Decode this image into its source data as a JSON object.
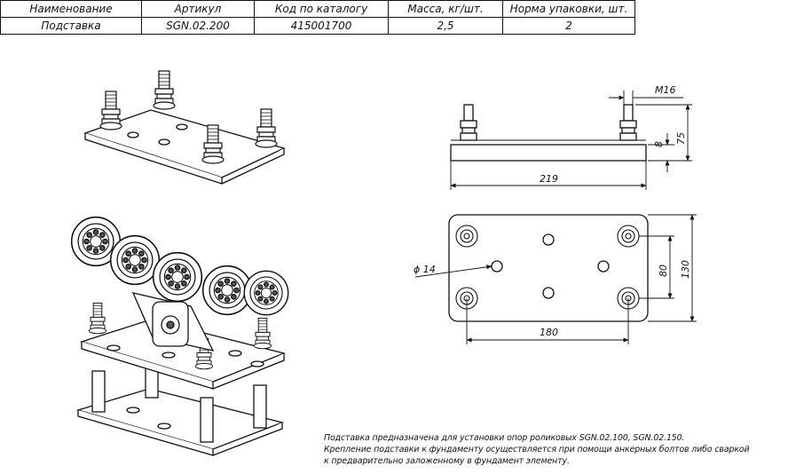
{
  "table": {
    "headers": [
      "Наименование",
      "Артикул",
      "Код по каталогу",
      "Масса, кг/шт.",
      "Норма упаковки, шт."
    ],
    "row": [
      "Подставка",
      "SGN.02.200",
      "415001700",
      "2,5",
      "2"
    ]
  },
  "dimensions": {
    "thread": "M16",
    "height_total": "75",
    "plate_thickness": "8",
    "length_overall": "219",
    "hole_diameter": "ϕ 14",
    "hole_spacing_y": "80",
    "width_overall": "130",
    "hole_spacing_x": "180"
  },
  "note": {
    "line1": "Подставка предназначена для установки опор роликовых SGN.02.100, SGN.02.150.",
    "line2": "Крепление подставки к фундаменту осуществляется при помощи анкерных болтов либо сваркой",
    "line3": "к предварительно заложенному в фундамент элементу."
  }
}
